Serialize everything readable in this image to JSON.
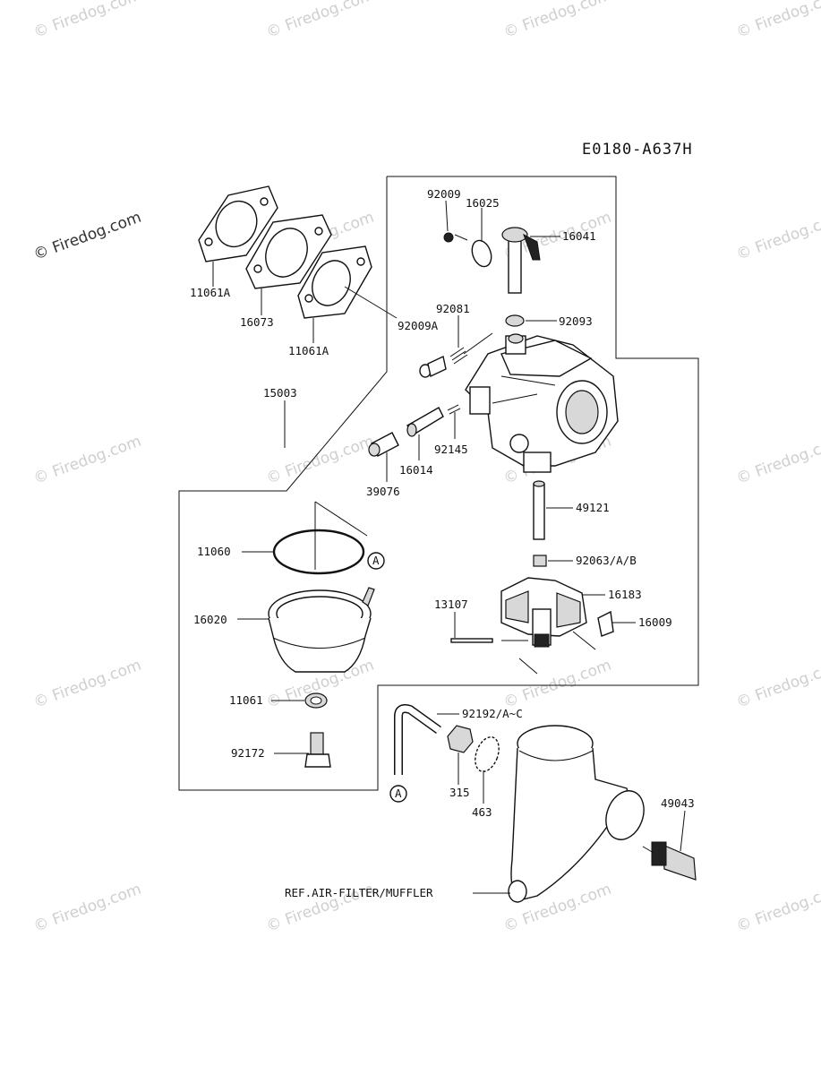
{
  "diagram_code": "E0180-A637H",
  "watermark_primary": "© Firedog.com",
  "watermark_repeat": "© Firedog.com",
  "callout_marker": "A",
  "reference_label": "REF.AIR-FILTER/MUFFLER",
  "part_labels": {
    "p92009": "92009",
    "p16025": "16025",
    "p16041": "16041",
    "p11061A_1": "11061A",
    "p16073": "16073",
    "p11061A_2": "11061A",
    "p92009A": "92009A",
    "p92081": "92081",
    "p92093": "92093",
    "p15003": "15003",
    "p92145": "92145",
    "p16014": "16014",
    "p39076": "39076",
    "p49121": "49121",
    "p11060": "11060",
    "p92063": "92063/A/B",
    "p16020": "16020",
    "p13107": "13107",
    "p16183": "16183",
    "p16009": "16009",
    "p11061": "11061",
    "p92192": "92192/A~C",
    "p92172": "92172",
    "p315": "315",
    "p463": "463",
    "p49043": "49043"
  }
}
